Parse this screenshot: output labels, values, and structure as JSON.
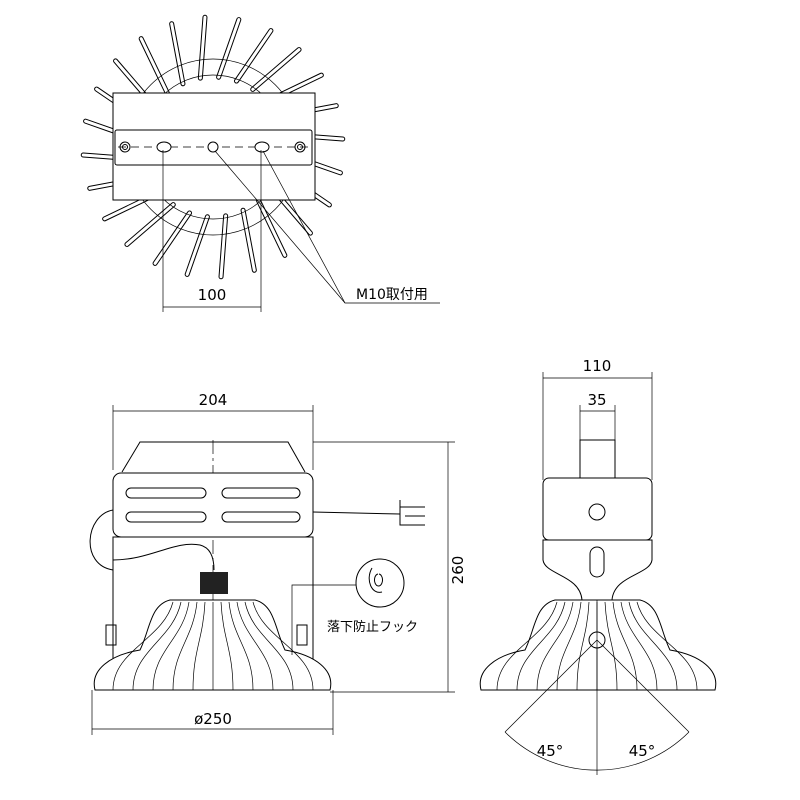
{
  "title": "Product dimension drawing",
  "top_view": {
    "dim_hole_pitch": "100",
    "mount_label": "M10取付用"
  },
  "front_view": {
    "dim_width": "204",
    "dim_height": "260",
    "dim_diameter": "ø250",
    "hook_label": "落下防止フック"
  },
  "side_view": {
    "dim_width": "110",
    "dim_stem": "35",
    "angle_left": "45°",
    "angle_right": "45°"
  },
  "colors": {
    "line": "#000000",
    "background": "#ffffff"
  }
}
